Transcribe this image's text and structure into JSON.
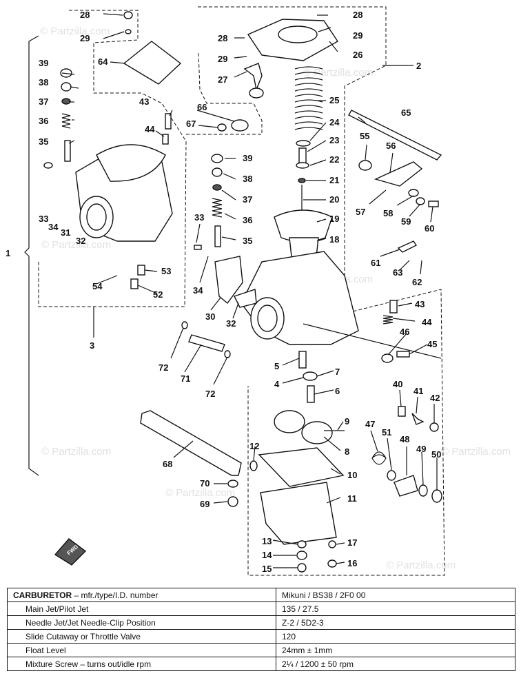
{
  "watermark": "© Partzilla.com",
  "callouts": {
    "c1": "1",
    "c2": "2",
    "c3": "3",
    "c4": "4",
    "c5": "5",
    "c6": "6",
    "c7": "7",
    "c8": "8",
    "c9": "9",
    "c10": "10",
    "c11": "11",
    "c12": "12",
    "c13": "13",
    "c14": "14",
    "c15": "15",
    "c16": "16",
    "c17": "17",
    "c18": "18",
    "c19": "19",
    "c20": "20",
    "c21": "21",
    "c22": "22",
    "c23": "23",
    "c24": "24",
    "c25": "25",
    "c26": "26",
    "c27": "27",
    "c28": "28",
    "c29": "29",
    "c30": "30",
    "c31": "31",
    "c32": "32",
    "c33": "33",
    "c34": "34",
    "c35": "35",
    "c36": "36",
    "c37": "37",
    "c38": "38",
    "c39": "39",
    "c40": "40",
    "c41": "41",
    "c42": "42",
    "c43": "43",
    "c44": "44",
    "c45": "45",
    "c46": "46",
    "c47": "47",
    "c48": "48",
    "c49": "49",
    "c50": "50",
    "c51": "51",
    "c52": "52",
    "c53": "53",
    "c54": "54",
    "c55": "55",
    "c56": "56",
    "c57": "57",
    "c58": "58",
    "c59": "59",
    "c60": "60",
    "c61": "61",
    "c62": "62",
    "c63": "63",
    "c64": "64",
    "c65": "65",
    "c66": "66",
    "c67": "67",
    "c68": "68",
    "c69": "69",
    "c70": "70",
    "c71": "71",
    "c72": "72"
  },
  "fwd_label": "FWD",
  "spec_table": {
    "header_label": "CARBURETOR",
    "header_sub": " – mfr./type/I.D. number",
    "header_value": "Mikuni / BS38 / 2F0 00",
    "rows": [
      {
        "label": "Main Jet/Pilot Jet",
        "value": "135 / 27.5"
      },
      {
        "label": "Needle Jet/Jet Needle-Clip Position",
        "value": "Z-2 / 5D2-3"
      },
      {
        "label": "Slide Cutaway or Throttle Valve",
        "value": "120"
      },
      {
        "label": "Float Level",
        "value": "24mm ± 1mm"
      },
      {
        "label": "Mixture Screw – turns out/idle rpm",
        "value": "2¼ / 1200 ± 50 rpm"
      }
    ]
  }
}
